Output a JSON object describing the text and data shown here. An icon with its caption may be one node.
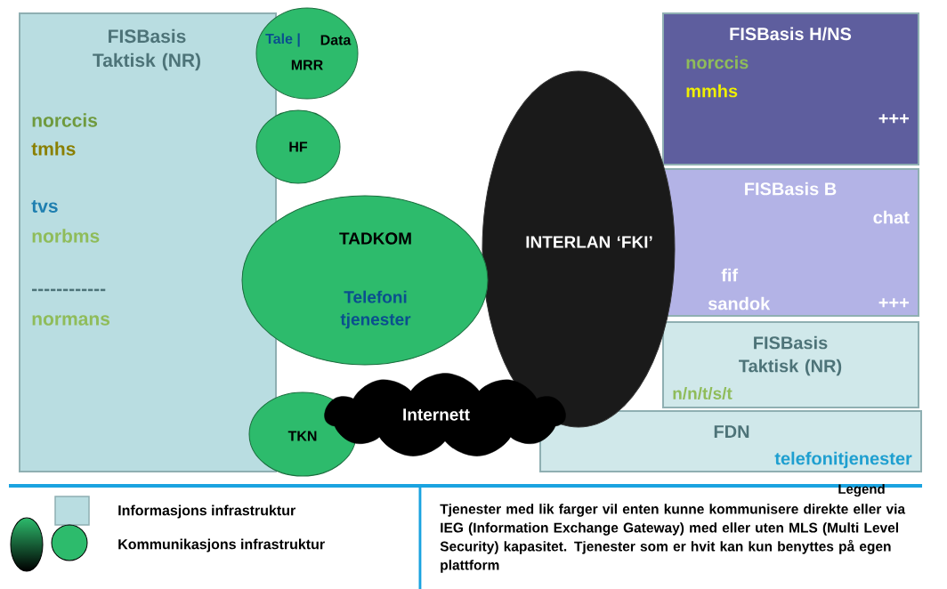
{
  "diagram": {
    "nodes": [
      {
        "text": [
          "FISBasis Taktisk (NR)",
          "norccis",
          "tmhs",
          "tvs",
          "norbms",
          "------------",
          "normans"
        ]
      },
      {
        "text": [
          "Tale |",
          "Data",
          "MRR"
        ]
      },
      {
        "text": [
          "HF"
        ]
      },
      {
        "text": [
          "TADKOM",
          "Telefoni tjenester"
        ]
      },
      {
        "text": [
          "TKN"
        ]
      },
      {
        "text": [
          "Internett"
        ]
      },
      {
        "text": [
          "INTERLAN ‘FKI’"
        ]
      },
      {
        "text": [
          "FISBasis H/NS",
          "norccis",
          "mmhs",
          "+++"
        ]
      },
      {
        "text": [
          "FISBasis B",
          "chat",
          "fif",
          "sandok",
          "+++"
        ]
      },
      {
        "text": [
          "FISBasis Taktisk (NR)",
          "n/n/t/s/t"
        ]
      },
      {
        "text": [
          "FDN",
          "telefonitjenester"
        ]
      }
    ],
    "labels": [
      "Legend",
      "Tjenester med lik farger vil enten kunne kommunisere direkte eller via IEG (Information Exchange Gateway) med eller uten MLS (Multi Level Security) kapasitet. Tjenester som er hvit kan kun benyttes på egen plattform"
    ],
    "legend": [
      {
        "text": "Informasjons infrastruktur",
        "color": "#b9dde1"
      },
      {
        "text": "Kommunikasjons infrastruktur",
        "color": "#2dbb6c"
      }
    ]
  }
}
